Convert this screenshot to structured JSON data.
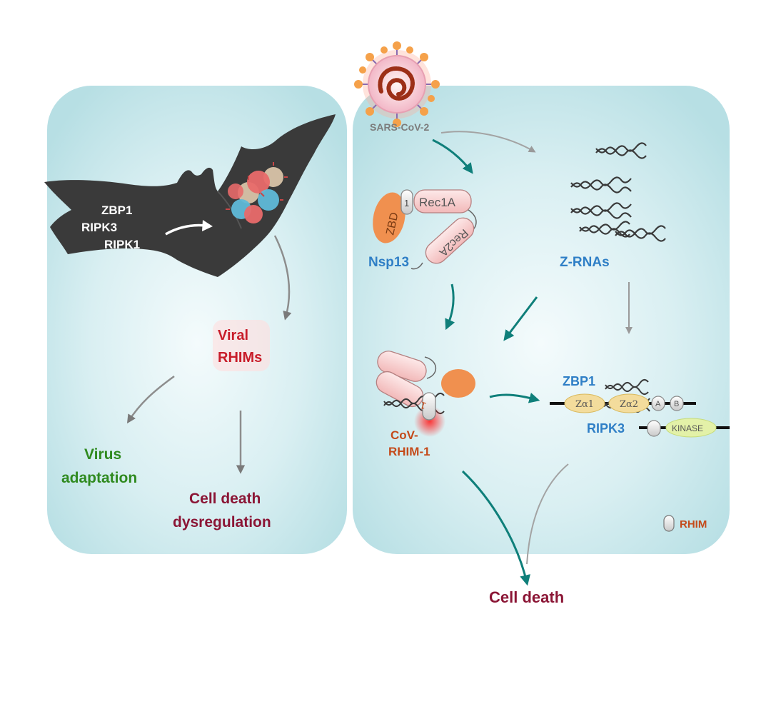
{
  "left_panel": {
    "bat_labels": [
      "ZBP1",
      "RIPK3",
      "RIPK1"
    ],
    "viral_rhims": [
      "Viral",
      "RHIMs"
    ],
    "virus_adaptation": [
      "Virus",
      "adaptation"
    ],
    "cell_death_dysregulation": [
      "Cell death",
      "dysregulation"
    ]
  },
  "right_panel": {
    "virus_label": "SARS-CoV-2",
    "nsp13": {
      "label": "Nsp13",
      "zbd": "ZBD",
      "one": "1",
      "rec1a": "Rec1A",
      "rec2a": "Rec2A"
    },
    "zrna_label": "Z-RNAs",
    "cov_rhim": [
      "CoV-",
      "RHIM-1"
    ],
    "cov_rhim_one": "1",
    "zbp1": {
      "label": "ZBP1",
      "za1": "Zα1",
      "za2": "Zα2",
      "a": "A",
      "b": "B"
    },
    "ripk3": {
      "label": "RIPK3",
      "kinase": "KINASE"
    },
    "legend_rhim": "RHIM"
  },
  "cell_death": "Cell death",
  "colors": {
    "panel_bg": "#c9e8ec",
    "teal_arrow": "#0f7f7a",
    "gray_arrow": "#9a9a9a",
    "dark_red": "#8b1535",
    "green": "#2f8a1f",
    "blue": "#2f7fc6",
    "orange_red": "#c44a1a"
  }
}
